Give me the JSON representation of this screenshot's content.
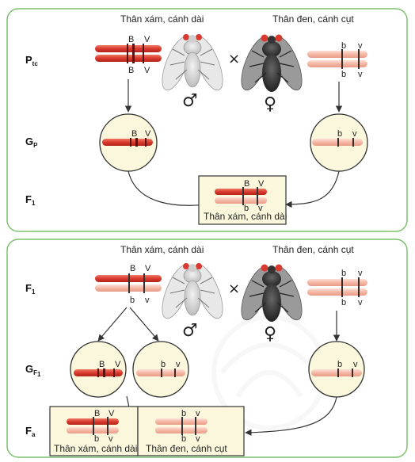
{
  "panel1": {
    "parent_left_label": "Thân xám, cánh dài",
    "parent_right_label": "Thân đen, cánh cụt",
    "rows": {
      "p": "P",
      "p_sub": "tc",
      "g": "G",
      "g_sub": "P",
      "f": "F",
      "f_sub": "1"
    },
    "cross_symbol": "×",
    "male_symbol": "♂",
    "female_symbol": "♀",
    "left_alleles": [
      "B",
      "V"
    ],
    "right_alleles": [
      "b",
      "v"
    ],
    "offspring_label": "Thân xám, cánh dài",
    "offspring_alleles": {
      "top": [
        "B",
        "V"
      ],
      "bottom": [
        "b",
        "v"
      ]
    }
  },
  "panel2": {
    "parent_left_label": "Thân xám, cánh dài",
    "parent_right_label": "Thân đen, cánh cụt",
    "rows": {
      "f": "F",
      "f_sub": "1",
      "g": "G",
      "g_sub": "F",
      "g_sub2": "1",
      "fa": "F",
      "fa_sub": "a"
    },
    "cross_symbol": "×",
    "male_symbol": "♂",
    "female_symbol": "♀",
    "left_alleles": {
      "top": [
        "B",
        "V"
      ],
      "bottom": [
        "b",
        "v"
      ]
    },
    "right_alleles": [
      "b",
      "v"
    ],
    "offspring": [
      {
        "label": "Thân xám, cánh dài",
        "top": [
          "B",
          "V"
        ],
        "bottom": [
          "b",
          "v"
        ]
      },
      {
        "label": "Thân đen, cánh cụt",
        "top": [
          "b",
          "v"
        ],
        "bottom": [
          "b",
          "v"
        ]
      }
    ]
  },
  "colors": {
    "frame": "#7cc06a",
    "red": "#d93a2f",
    "pink": "#f4b7a5",
    "box_fill": "#fbf7dc"
  }
}
